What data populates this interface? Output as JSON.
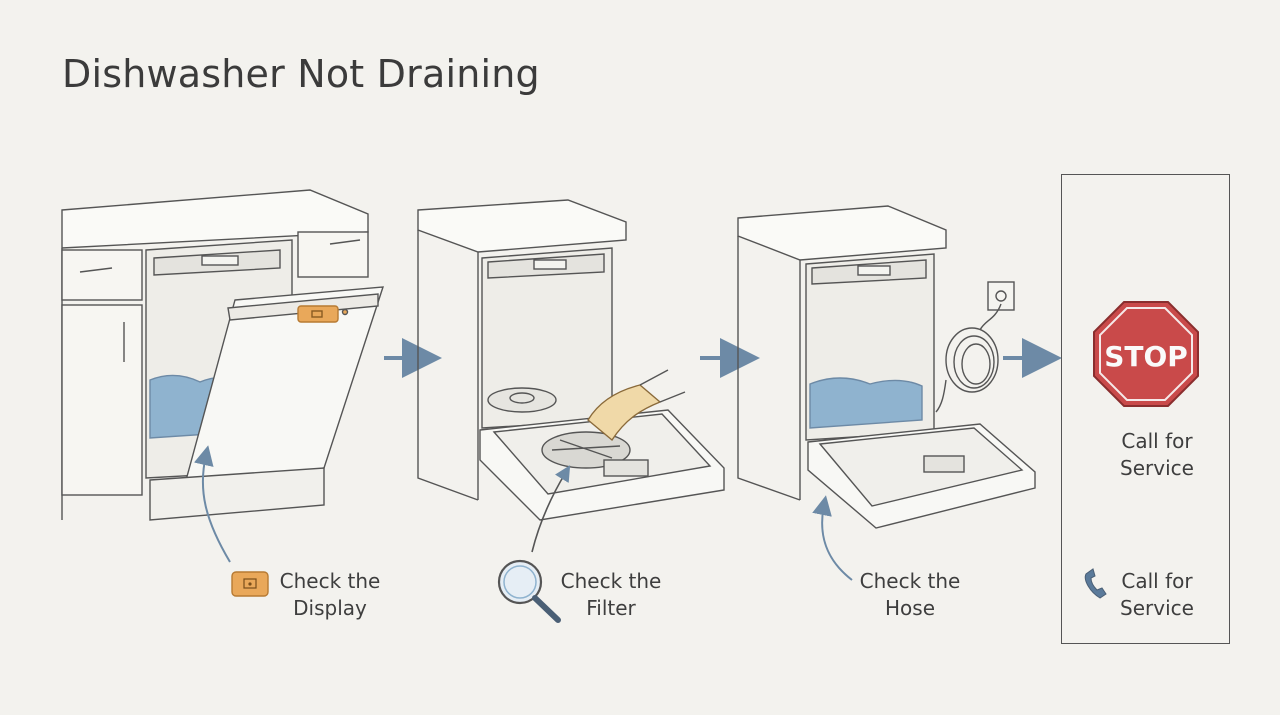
{
  "title": "Dishwasher Not Draining",
  "steps": [
    {
      "label": "Check the\nDisplay",
      "icon": "display-icon"
    },
    {
      "label": "Check the\nFilter",
      "icon": "magnifier-icon"
    },
    {
      "label": "Check the\nHose",
      "icon": "none"
    },
    {
      "label": "Call for\nService",
      "icon": "phone-icon"
    }
  ],
  "stop": {
    "sign_text": "STOP",
    "caption": "Call for\nService"
  },
  "colors": {
    "water": "#8fb3cf",
    "arrow": "#6d8aa6",
    "stop_red": "#c94a4a",
    "display_orange": "#e9a85a"
  }
}
